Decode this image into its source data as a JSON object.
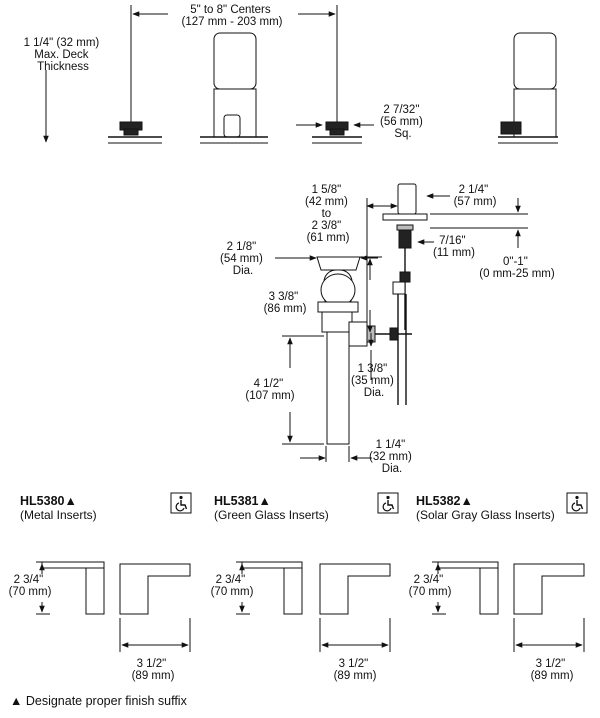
{
  "top_view": {
    "centers": [
      "5\" to 8\" Centers",
      "(127 mm - 203 mm)"
    ],
    "deck": [
      "1 1/4\" (32 mm)",
      "Max. Deck",
      "Thickness"
    ],
    "square": [
      "2 7/32\"",
      "(56 mm)",
      "Sq."
    ]
  },
  "drain_view": {
    "rod_spread": [
      "1 5/8\"",
      "(42 mm)",
      "to",
      "2 3/8\"",
      "(61 mm)"
    ],
    "cap_width": [
      "2 1/4\"",
      "(57 mm)"
    ],
    "nut": [
      "7/16\"",
      "(11 mm)"
    ],
    "adjust": [
      "0\"-1\"",
      "(0 mm-25 mm)"
    ],
    "flange_dia": [
      "2 1/8\"",
      "(54 mm)",
      "Dia."
    ],
    "body_height": [
      "3 3/8\"",
      "(86 mm)"
    ],
    "tail_length": [
      "4 1/2\"",
      "(107 mm)"
    ],
    "pivot_dia": [
      "1 3/8\"",
      "(35 mm)",
      "Dia."
    ],
    "tail_dia": [
      "1 1/4\"",
      "(32 mm)",
      "Dia."
    ]
  },
  "handles": [
    {
      "model": "HL5380▲",
      "insert": "(Metal Inserts)",
      "height": [
        "2 3/4\"",
        "(70 mm)"
      ],
      "length": [
        "3 1/2\"",
        "(89 mm)"
      ],
      "icon": "wheelchair-icon"
    },
    {
      "model": "HL5381▲",
      "insert": "(Green Glass Inserts)",
      "height": [
        "2 3/4\"",
        "(70 mm)"
      ],
      "length": [
        "3 1/2\"",
        "(89 mm)"
      ],
      "icon": "wheelchair-icon"
    },
    {
      "model": "HL5382▲",
      "insert": "(Solar Gray Glass Inserts)",
      "height": [
        "2 3/4\"",
        "(70 mm)"
      ],
      "length": [
        "3 1/2\"",
        "(89 mm)"
      ],
      "icon": "wheelchair-icon"
    }
  ],
  "footnote": "▲ Designate proper finish suffix"
}
